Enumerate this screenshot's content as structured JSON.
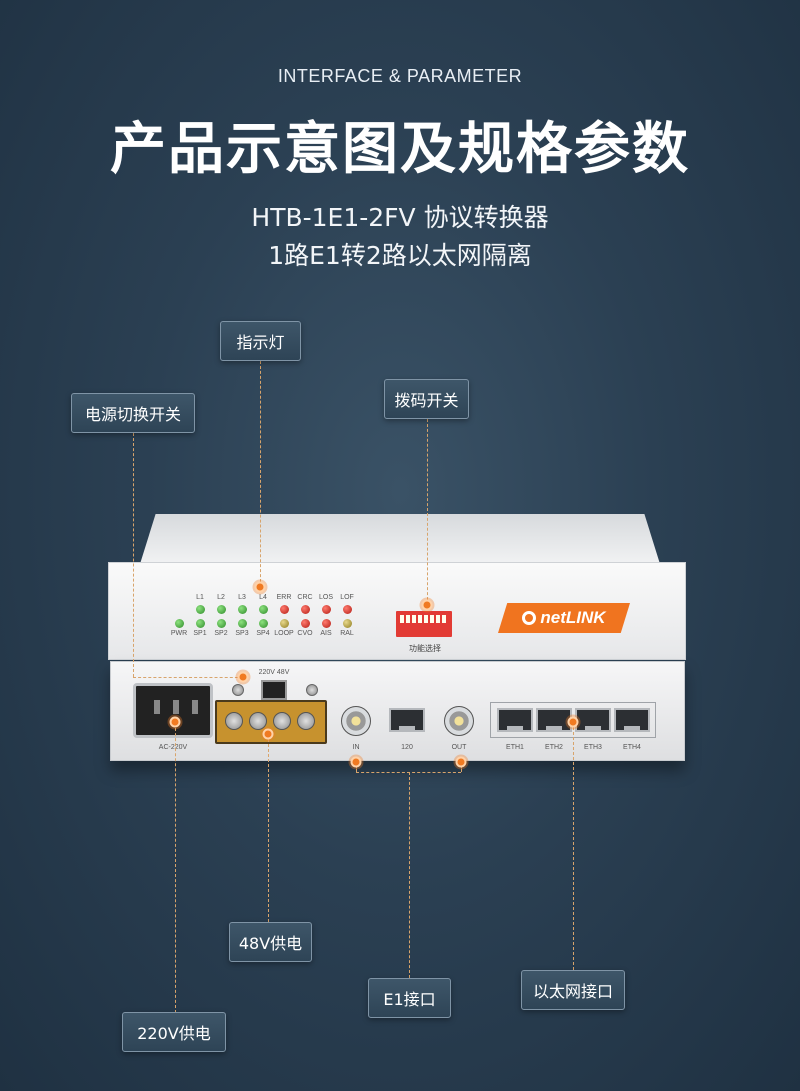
{
  "header": {
    "subtitle_en": "INTERFACE & PARAMETER",
    "title": "产品示意图及规格参数",
    "model_line": "HTB-1E1-2FV 协议转换器",
    "description_line": "1路E1转2路以太网隔离"
  },
  "callouts": {
    "indicator": "指示灯",
    "power_switch": "电源切换开关",
    "dip_switch": "拨码开关",
    "dc48v": "48V供电",
    "e1_port": "E1接口",
    "ethernet_port": "以太网接口",
    "ac220v": "220V供电"
  },
  "device": {
    "leds_top": [
      "L1",
      "L2",
      "L3",
      "L4",
      "ERR",
      "CRC",
      "LOS",
      "LOF"
    ],
    "leds_bottom": [
      "PWR",
      "SP1",
      "SP2",
      "SP3",
      "SP4",
      "LOOP",
      "CVO",
      "AIS",
      "RAL"
    ],
    "dip_label": "功能选择",
    "logo_text": "netLINK",
    "switch_label": "220V  48V",
    "ac_label": "AC-220V",
    "bnc_in": "IN",
    "rj_120": "120",
    "bnc_out": "OUT",
    "eth_ports": [
      "ETH1",
      "ETH2",
      "ETH3",
      "ETH4"
    ]
  },
  "colors": {
    "accent": "#f07a22",
    "background": "#2b4053"
  }
}
